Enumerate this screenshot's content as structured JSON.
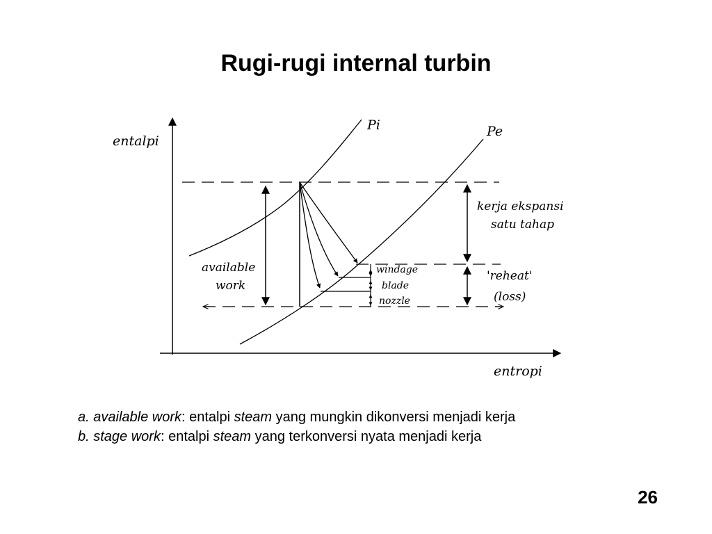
{
  "slide": {
    "title": "Rugi-rugi internal turbin",
    "page_number": "26"
  },
  "diagram": {
    "y_axis_label": "entalpi",
    "x_axis_label": "entropi",
    "curve_pi_label": "Pi",
    "curve_pe_label": "Pe",
    "available_work_line1": "available",
    "available_work_line2": "work",
    "stage_work_line1": "kerja ekspansi",
    "stage_work_line2": "satu tahap",
    "reheat_line1": "'reheat'",
    "reheat_line2": "(loss)",
    "loss_windage": "windage",
    "loss_blade": "blade",
    "loss_nozzle": "nozzle"
  },
  "notes": [
    {
      "prefix": "a. ",
      "term": "available work",
      "colon": ": entalpi ",
      "em": "steam",
      "rest": " yang mungkin dikonversi menjadi kerja"
    },
    {
      "prefix": "b. ",
      "term": "stage work",
      "colon": ": entalpi ",
      "em": "steam",
      "rest": " yang terkonversi nyata menjadi kerja"
    }
  ]
}
